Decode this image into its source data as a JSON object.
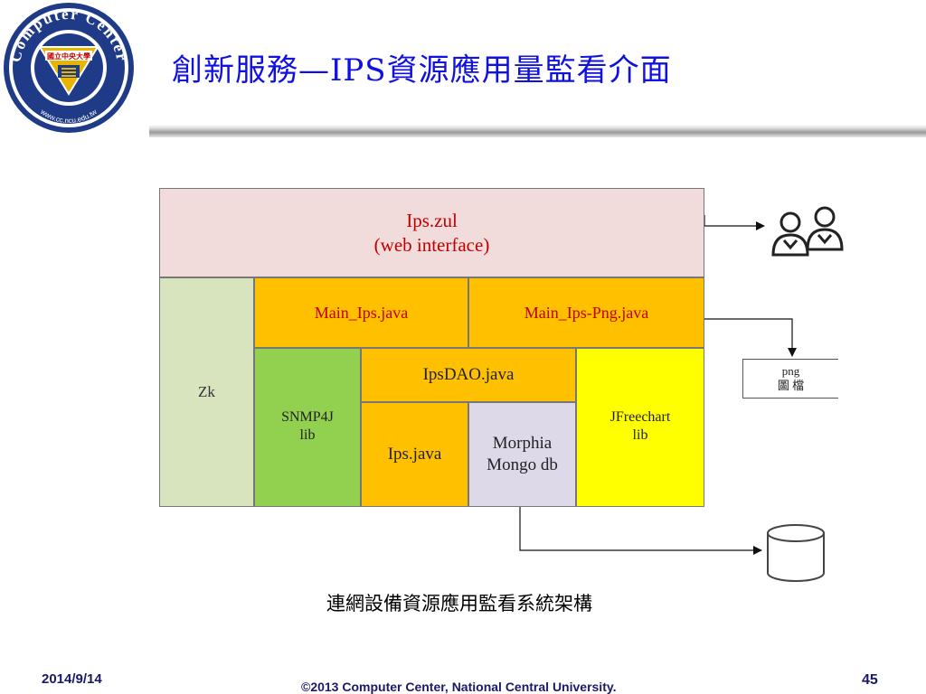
{
  "header": {
    "title": "創新服務—IPS資源應用量監看介面",
    "logo": {
      "text_top": "Computer Center",
      "text_bottom": "www.cc.ncu.edu.tw",
      "badge": "國立中央大學",
      "ring_color": "#1f3b87",
      "gold_color": "#e7b400"
    }
  },
  "diagram": {
    "boxes": {
      "ips_zul": "Ips.zul\n(web interface)",
      "zk": "Zk",
      "main_ips": "Main_Ips.java",
      "main_ips_png": "Main_Ips-Png.java",
      "snmp4j": "SNMP4J\nlib",
      "ipsdao": "IpsDAO.java",
      "jfreechart": "JFreechart\nlib",
      "ips_java": "Ips.java",
      "morphia": "Morphia\nMongo db",
      "png_file": "png\n圖 檔"
    },
    "icons": {
      "users": "users-icon",
      "database": "database-icon"
    },
    "caption": "連網設備資源應用監看系統架構"
  },
  "footer": {
    "date": "2014/9/14",
    "copyright": "©2013 Computer Center, National Central University.",
    "page": "45"
  }
}
